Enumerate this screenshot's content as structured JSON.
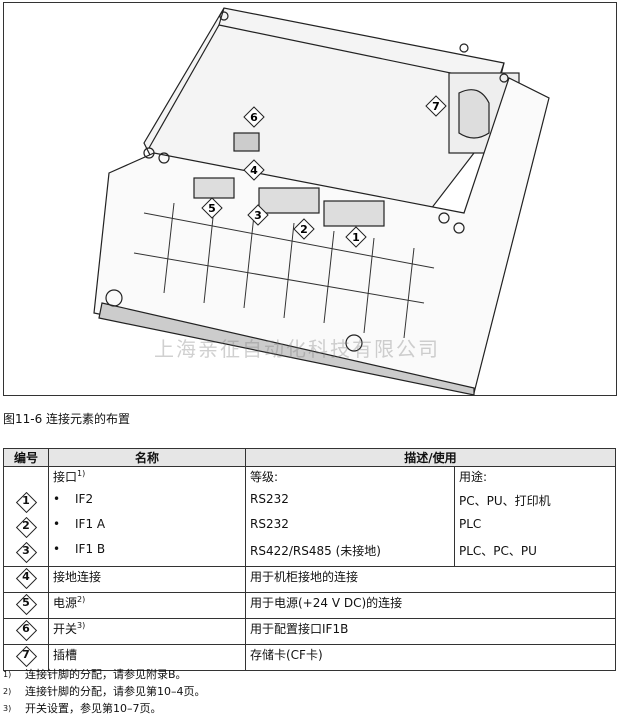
{
  "figure": {
    "callouts": [
      "1",
      "2",
      "3",
      "4",
      "5",
      "6",
      "7"
    ],
    "watermark": "上海亲征自动化科技有限公司"
  },
  "caption": "图11-6   连接元素的布置",
  "table": {
    "headers": [
      "编号",
      "名称",
      "描述/使用"
    ],
    "rows": [
      {
        "num": "",
        "name": "接口",
        "name_sup": "1)",
        "desc1": "等级:",
        "desc2": "用途:"
      },
      {
        "num": "1",
        "name": "IF2",
        "desc1": "RS232",
        "desc2": "PC、PU、打印机"
      },
      {
        "num": "2",
        "name": "IF1 A",
        "desc1": "RS232",
        "desc2": "PLC"
      },
      {
        "num": "3",
        "name": "IF1 B",
        "desc1": "RS422/RS485 (未接地)",
        "desc2": "PLC、PC、PU"
      },
      {
        "num": "4",
        "name": "接地连接",
        "desc": "用于机柜接地的连接"
      },
      {
        "num": "5",
        "name": "电源",
        "name_sup": "2)",
        "desc": "用于电源(+24 V DC)的连接"
      },
      {
        "num": "6",
        "name": "开关",
        "name_sup": "3)",
        "desc": "用于配置接口IF1B"
      },
      {
        "num": "7",
        "name": "插槽",
        "desc": "存储卡(CF卡)"
      }
    ]
  },
  "footnotes": [
    {
      "mark": "1)",
      "text": "连接针脚的分配，请参见附录B。"
    },
    {
      "mark": "2)",
      "text": "连接针脚的分配，请参见第10–4页。"
    },
    {
      "mark": "3)",
      "text": "开关设置，参见第10–7页。"
    }
  ]
}
